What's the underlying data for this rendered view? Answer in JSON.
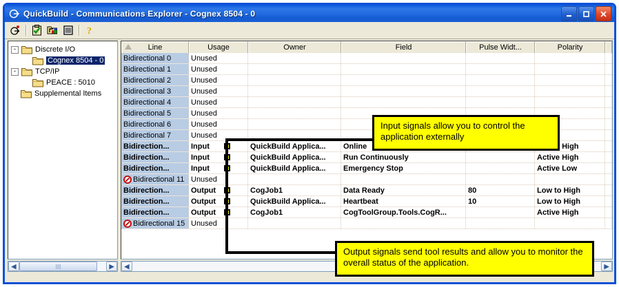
{
  "window": {
    "title": "QuickBuild - Communications Explorer - Cognex 8504 - 0",
    "icon": "quickbuild-app-icon",
    "buttons": {
      "minimize": "minimize-button",
      "maximize": "maximize-button",
      "close": "close-button"
    },
    "accent_title_color": "#1f6ade",
    "frame_color": "#0a50d8"
  },
  "toolbar": {
    "items": [
      {
        "name": "connect-icon",
        "label": "Connect"
      },
      {
        "name": "checklist-icon",
        "label": "Validate"
      },
      {
        "name": "folder-color-icon",
        "label": "Explorer"
      },
      {
        "name": "list-icon",
        "label": "Properties"
      },
      {
        "name": "help-icon",
        "label": "Help"
      }
    ]
  },
  "tree": {
    "nodes": [
      {
        "label": "Discrete I/O",
        "level": 0,
        "toggle": "-",
        "selected": false
      },
      {
        "label": "Cognex 8504 - 0",
        "level": 1,
        "toggle": "",
        "selected": true
      },
      {
        "label": "TCP/IP",
        "level": 0,
        "toggle": "-",
        "selected": false
      },
      {
        "label": "PEACE : 5010",
        "level": 1,
        "toggle": "",
        "selected": false
      },
      {
        "label": "Supplemental Items",
        "level": 0,
        "toggle": "",
        "selected": false
      }
    ]
  },
  "grid": {
    "columns": [
      {
        "label": "Line",
        "width": 98
      },
      {
        "label": "Usage",
        "width": 86
      },
      {
        "label": "Owner",
        "width": 135
      },
      {
        "label": "Field",
        "width": 181
      },
      {
        "label": "Pulse Widt...",
        "width": 100
      },
      {
        "label": "Polarity",
        "width": 102
      }
    ],
    "rows": [
      {
        "line": "Bidirectional 0",
        "usage": "Unused",
        "owner": "",
        "field": "",
        "pulse": "",
        "polarity": "",
        "bold": false,
        "denied": false,
        "marker": false
      },
      {
        "line": "Bidirectional 1",
        "usage": "Unused",
        "owner": "",
        "field": "",
        "pulse": "",
        "polarity": "",
        "bold": false,
        "denied": false,
        "marker": false
      },
      {
        "line": "Bidirectional 2",
        "usage": "Unused",
        "owner": "",
        "field": "",
        "pulse": "",
        "polarity": "",
        "bold": false,
        "denied": false,
        "marker": false
      },
      {
        "line": "Bidirectional 3",
        "usage": "Unused",
        "owner": "",
        "field": "",
        "pulse": "",
        "polarity": "",
        "bold": false,
        "denied": false,
        "marker": false
      },
      {
        "line": "Bidirectional 4",
        "usage": "Unused",
        "owner": "",
        "field": "",
        "pulse": "",
        "polarity": "",
        "bold": false,
        "denied": false,
        "marker": false
      },
      {
        "line": "Bidirectional 5",
        "usage": "Unused",
        "owner": "",
        "field": "",
        "pulse": "",
        "polarity": "",
        "bold": false,
        "denied": false,
        "marker": false
      },
      {
        "line": "Bidirectional 6",
        "usage": "Unused",
        "owner": "",
        "field": "",
        "pulse": "",
        "polarity": "",
        "bold": false,
        "denied": false,
        "marker": false
      },
      {
        "line": "Bidirectional 7",
        "usage": "Unused",
        "owner": "",
        "field": "",
        "pulse": "",
        "polarity": "",
        "bold": false,
        "denied": false,
        "marker": false
      },
      {
        "line": "Bidirection...",
        "usage": "Input",
        "owner": "QuickBuild Applica...",
        "field": "Online",
        "pulse": "",
        "polarity": "Active High",
        "bold": true,
        "denied": false,
        "marker": true
      },
      {
        "line": "Bidirection...",
        "usage": "Input",
        "owner": "QuickBuild Applica...",
        "field": "Run Continuously",
        "pulse": "",
        "polarity": "Active High",
        "bold": true,
        "denied": false,
        "marker": true
      },
      {
        "line": "Bidirection...",
        "usage": "Input",
        "owner": "QuickBuild Applica...",
        "field": "Emergency Stop",
        "pulse": "",
        "polarity": "Active Low",
        "bold": true,
        "denied": false,
        "marker": true
      },
      {
        "line": "Bidirectional 11",
        "usage": "Unused",
        "owner": "",
        "field": "",
        "pulse": "",
        "polarity": "",
        "bold": false,
        "denied": true,
        "marker": false
      },
      {
        "line": "Bidirection...",
        "usage": "Output",
        "owner": "CogJob1",
        "field": "Data Ready",
        "pulse": "80",
        "polarity": "Low to High",
        "bold": true,
        "denied": false,
        "marker": true
      },
      {
        "line": "Bidirection...",
        "usage": "Output",
        "owner": "QuickBuild Applica...",
        "field": "Heartbeat",
        "pulse": "10",
        "polarity": "Low to High",
        "bold": true,
        "denied": false,
        "marker": true
      },
      {
        "line": "Bidirection...",
        "usage": "Output",
        "owner": "CogJob1",
        "field": "CogToolGroup.Tools.CogR...",
        "pulse": "",
        "polarity": "Active High",
        "bold": true,
        "denied": false,
        "marker": true
      },
      {
        "line": "Bidirectional 15",
        "usage": "Unused",
        "owner": "",
        "field": "",
        "pulse": "",
        "polarity": "",
        "bold": false,
        "denied": true,
        "marker": false
      }
    ]
  },
  "annotations": {
    "input_callout": "Input signals allow you to control the application externally",
    "output_callout": "Output signals send tool results and allow you to monitor the overall status of the application.",
    "callout_bg": "#ffff00",
    "callout_border": "#000000"
  },
  "scrollbars": {
    "left_arrow": "◀",
    "right_arrow": "▶"
  }
}
